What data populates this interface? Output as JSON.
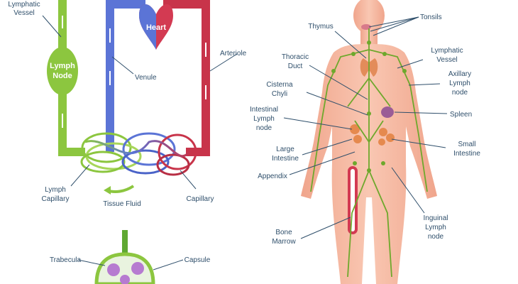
{
  "circulation": {
    "lymphatic_vessel": [
      "Lymphatic",
      "Vessel"
    ],
    "lymph_node": [
      "Lymph",
      "Node"
    ],
    "heart": "Heart",
    "venule": "Venule",
    "arteriole": "Arteriole",
    "lymph_capillary": [
      "Lymph",
      "Capillary"
    ],
    "tissue_fluid": "Tissue Fluid",
    "capillary": "Capillary",
    "trabecula": "Trabecula",
    "capsule": "Capsule"
  },
  "body": {
    "tonsils": "Tonsils",
    "thymus": "Thymus",
    "thoracic_duct": [
      "Thoracic",
      "Duct"
    ],
    "lymphatic_vessel": [
      "Lymphatic",
      "Vessel"
    ],
    "cisterna_chyli": [
      "Cisterna",
      "Chyli"
    ],
    "axillary_lymph_node": [
      "Axillary",
      "Lymph",
      "node"
    ],
    "intestinal_lymph_node": [
      "Intestinal",
      "Lymph",
      "node"
    ],
    "spleen": "Spleen",
    "large_intestine": [
      "Large",
      "Intestine"
    ],
    "small_intestine": [
      "Small",
      "Intestine"
    ],
    "appendix": "Appendix",
    "bone_marrow": [
      "Bone",
      "Marrow"
    ],
    "inguinal_lymph_node": [
      "Inguinal",
      "Lymph",
      "node"
    ]
  },
  "colors": {
    "lymph_green": "#8cc63f",
    "vein_blue": "#5b74d6",
    "artery_red": "#c8344a",
    "skin": "#f6b8a0",
    "label_text": "#2f4f6b"
  }
}
